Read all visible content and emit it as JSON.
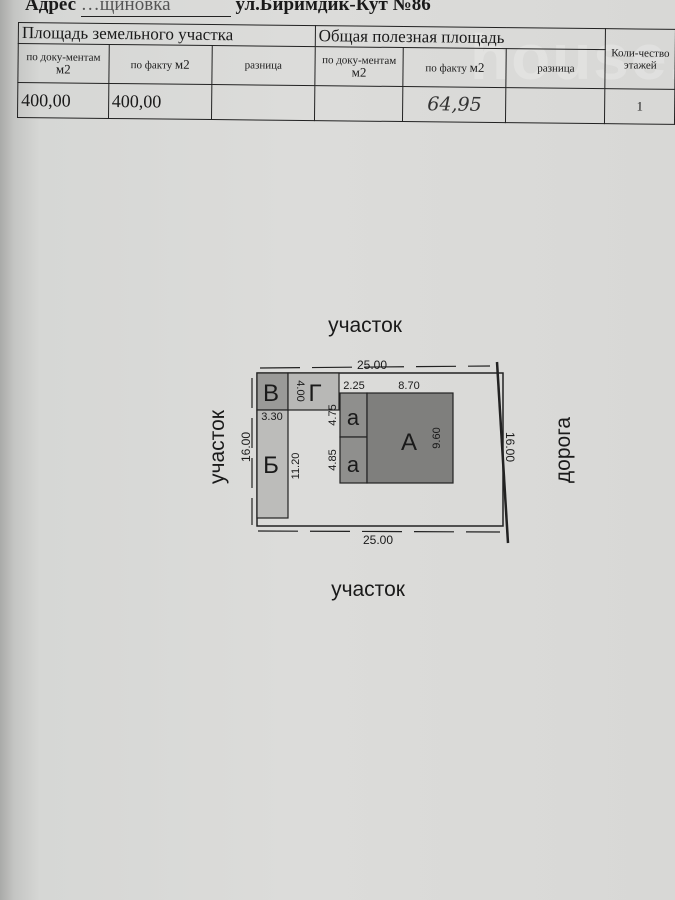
{
  "address": {
    "label": "Адрес",
    "partial": "…щиновка",
    "street": "ул.Биримдик-Кут №86"
  },
  "watermark": "house.kg",
  "table": {
    "land_area_title": "Площадь земельного участка",
    "useful_area_title": "Общая полезная площадь",
    "floors_title": "Коли-чество этажей",
    "col_by_docs": "по доку-ментам",
    "col_actual": "по факту",
    "col_difference": "разница",
    "unit": "м2",
    "land_by_docs": "400,00",
    "land_actual": "400,00",
    "land_difference": "",
    "useful_by_docs": "",
    "useful_actual": "64,95",
    "useful_difference": "",
    "floors": "1"
  },
  "plan": {
    "label_top": "участок",
    "label_bottom": "участок",
    "label_left": "участок",
    "label_right": "дорога",
    "dim_top": "25.00",
    "dim_bottom": "25.00",
    "dim_left": "16.00",
    "dim_right": "16.00",
    "rooms": {
      "V": "В",
      "G": "Г",
      "B": "Б",
      "a1": "а",
      "a2": "а",
      "A": "А"
    },
    "dims": {
      "g_height": "4.00",
      "v_width": "3.30",
      "b_length": "11.20",
      "a_top": "2.25",
      "A_width": "8.70",
      "a1_height": "4.75",
      "a2_height": "4.85",
      "A_height": "9.60"
    }
  }
}
